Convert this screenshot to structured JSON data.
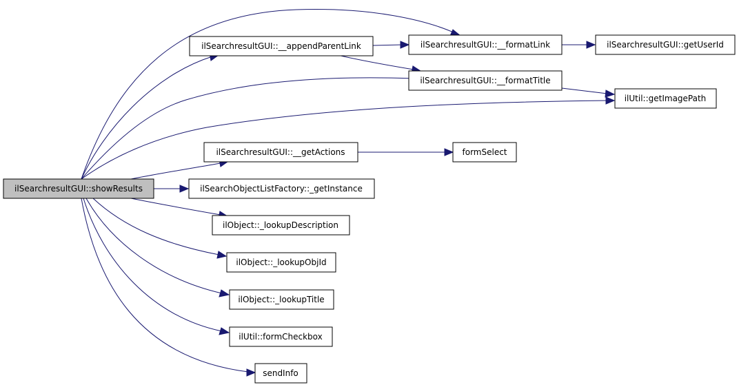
{
  "colors": {
    "edge": "#191970",
    "root_fill": "#bfbfbf",
    "node_fill": "#ffffff",
    "node_stroke": "#000000"
  },
  "nodes": {
    "showResults": "ilSearchresultGUI::showResults",
    "appendParentLink": "ilSearchresultGUI::__appendParentLink",
    "formatLink": "ilSearchresultGUI::__formatLink",
    "getUserId": "ilSearchresultGUI::getUserId",
    "formatTitle": "ilSearchresultGUI::__formatTitle",
    "getImagePath": "ilUtil::getImagePath",
    "getActions": "ilSearchresultGUI::__getActions",
    "formSelect": "formSelect",
    "getInstance": "ilSearchObjectListFactory::_getInstance",
    "lookupDescription": "ilObject::_lookupDescription",
    "lookupObjId": "ilObject::_lookupObjId",
    "lookupTitle": "ilObject::_lookupTitle",
    "formCheckbox": "ilUtil::formCheckbox",
    "sendInfo": "sendInfo"
  },
  "edges": [
    [
      "showResults",
      "appendParentLink"
    ],
    [
      "showResults",
      "formatLink"
    ],
    [
      "showResults",
      "formatTitle"
    ],
    [
      "showResults",
      "getImagePath"
    ],
    [
      "showResults",
      "getActions"
    ],
    [
      "showResults",
      "getInstance"
    ],
    [
      "showResults",
      "lookupDescription"
    ],
    [
      "showResults",
      "lookupObjId"
    ],
    [
      "showResults",
      "lookupTitle"
    ],
    [
      "showResults",
      "formCheckbox"
    ],
    [
      "showResults",
      "sendInfo"
    ],
    [
      "appendParentLink",
      "formatLink"
    ],
    [
      "appendParentLink",
      "formatTitle"
    ],
    [
      "formatLink",
      "getUserId"
    ],
    [
      "formatTitle",
      "getImagePath"
    ],
    [
      "getActions",
      "formSelect"
    ]
  ]
}
